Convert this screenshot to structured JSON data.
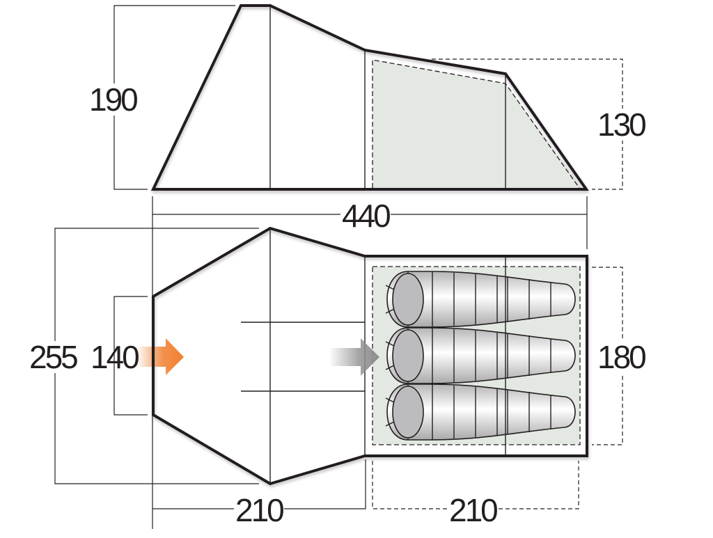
{
  "diagram": {
    "title": "Tent floor plan and elevation",
    "colors": {
      "outline": "#231f20",
      "inner_fill": "#e3e8e2",
      "entry_arrow": "#f07f2f",
      "inner_arrow": "#8e8e8e",
      "bag_head": "#b9b9bb"
    },
    "side_view": {
      "labels": {
        "max_height": "190",
        "inner_height": "130",
        "total_length": "440"
      }
    },
    "plan_view": {
      "labels": {
        "total_width": "255",
        "door_width": "140",
        "bedroom_width": "180",
        "porch_length": "210",
        "bedroom_length": "210"
      },
      "sleeping_bags": 3,
      "icons": {
        "entry": "arrow-right-icon",
        "inner_door": "arrow-right-icon"
      }
    },
    "units": "cm"
  }
}
